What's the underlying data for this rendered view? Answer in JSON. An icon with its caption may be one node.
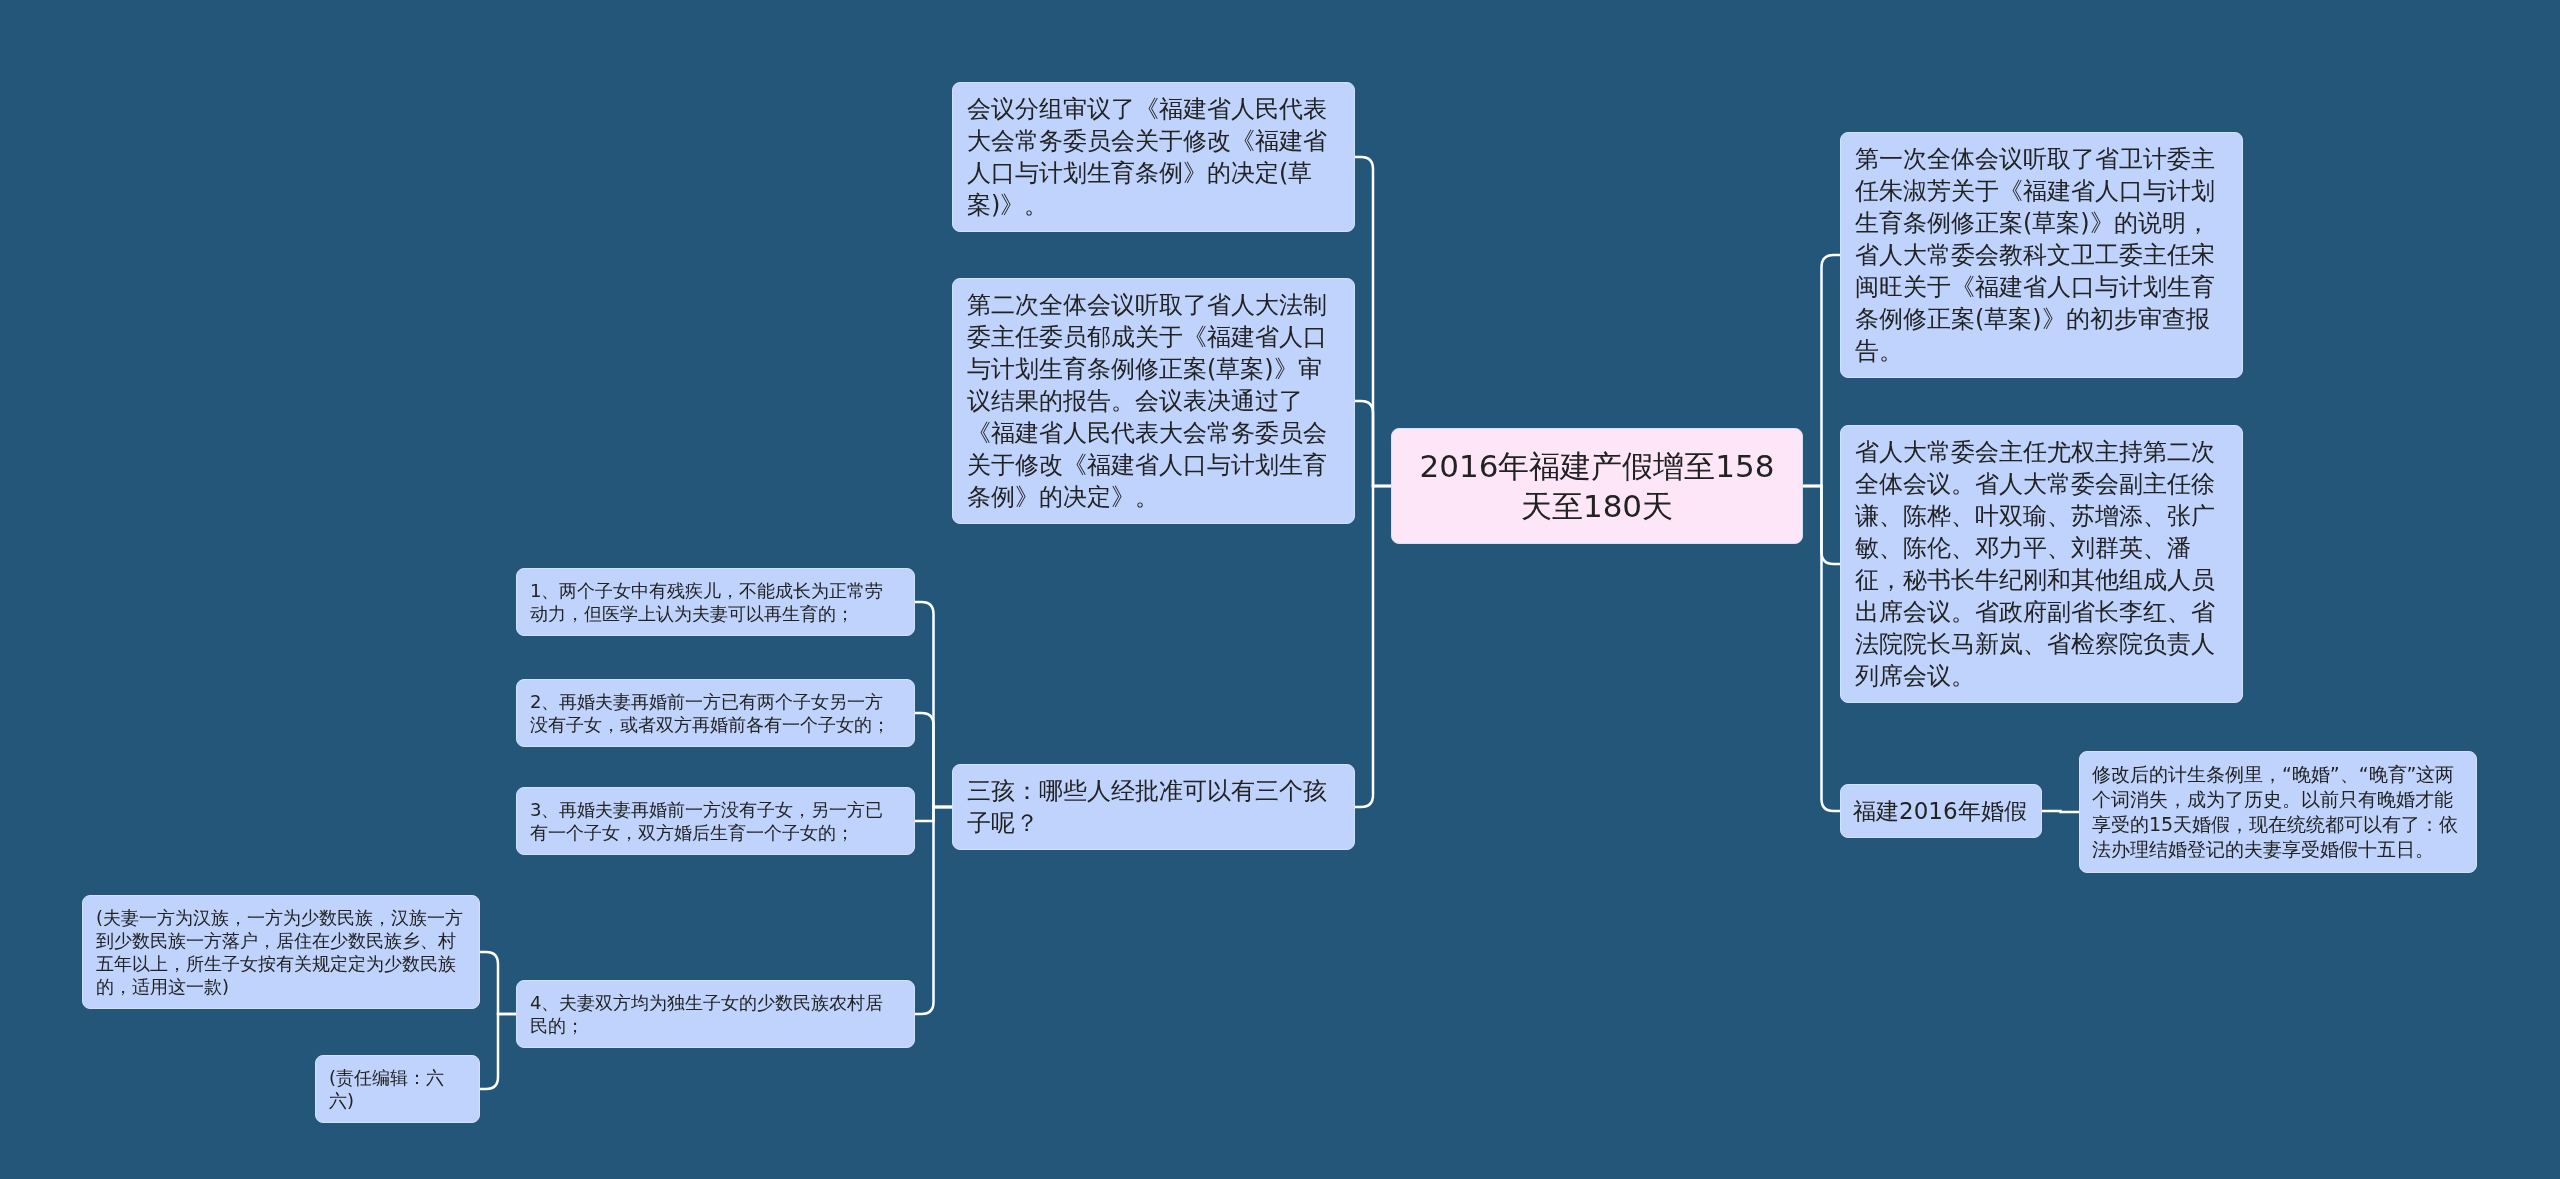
{
  "diagram": {
    "nodes": [
      {
        "text": [
          "2016年福建产假增至158天至180天"
        ]
      },
      {
        "text": [
          "会议分组审议了《福建省人民代表大会常务委员会关于修改《福建省人口与计划生育条例》的决定(草案)》。"
        ]
      },
      {
        "text": [
          "第二次全体会议听取了省人大法制委主任委员郁成关于《福建省人口与计划生育条例修正案(草案)》审议结果的报告。会议表决通过了《福建省人民代表大会常务委员会关于修改《福建省人口与计划生育条例》的决定》。"
        ]
      },
      {
        "text": [
          "三孩：哪些人经批准可以有三个孩子呢？"
        ]
      },
      {
        "text": [
          "1、两个子女中有残疾儿，不能成长为正常劳动力，但医学上认为夫妻可以再生育的；"
        ]
      },
      {
        "text": [
          "2、再婚夫妻再婚前一方已有两个子女另一方没有子女，或者双方再婚前各有一个子女的；"
        ]
      },
      {
        "text": [
          "3、再婚夫妻再婚前一方没有子女，另一方已有一个子女，双方婚后生育一个子女的；"
        ]
      },
      {
        "text": [
          "4、夫妻双方均为独生子女的少数民族农村居民的；"
        ]
      },
      {
        "text": [
          "(夫妻一方为汉族，一方为少数民族，汉族一方到少数民族一方落户，居住在少数民族乡、村五年以上，所生子女按有关规定定为少数民族的，适用这一款)"
        ]
      },
      {
        "text": [
          "(责任编辑：六六)"
        ]
      },
      {
        "text": [
          "第一次全体会议听取了省卫计委主任朱淑芳关于《福建省人口与计划生育条例修正案(草案)》的说明，省人大常委会教科文卫工委主任宋闽旺关于《福建省人口与计划生育条例修正案(草案)》的初步审查报告。"
        ]
      },
      {
        "text": [
          "省人大常委会主任尤权主持第二次全体会议。省人大常委会副主任徐谦、陈桦、叶双瑜、苏增添、张广敏、陈伦、邓力平、刘群英、潘征，秘书长牛纪刚和其他组成人员出席会议。省政府副省长李红、省法院院长马新岚、省检察院负责人列席会议。"
        ]
      },
      {
        "text": [
          "福建2016年婚假"
        ]
      },
      {
        "text": [
          "修改后的计生条例里，“晚婚”、“晚育”这两个词消失，成为了历史。以前只有晚婚才能享受的15天婚假，现在统统都可以有了：依法办理结婚登记的夫妻享受婚假十五日。"
        ]
      }
    ],
    "edges": [
      {
        "from": 0,
        "to": 1,
        "arrow": "none"
      },
      {
        "from": 0,
        "to": 2,
        "arrow": "none"
      },
      {
        "from": 0,
        "to": 3,
        "arrow": "none"
      },
      {
        "from": 3,
        "to": 4,
        "arrow": "none"
      },
      {
        "from": 3,
        "to": 5,
        "arrow": "none"
      },
      {
        "from": 3,
        "to": 6,
        "arrow": "none"
      },
      {
        "from": 3,
        "to": 7,
        "arrow": "none"
      },
      {
        "from": 7,
        "to": 8,
        "arrow": "none"
      },
      {
        "from": 7,
        "to": 9,
        "arrow": "none"
      },
      {
        "from": 0,
        "to": 10,
        "arrow": "none"
      },
      {
        "from": 0,
        "to": 11,
        "arrow": "none"
      },
      {
        "from": 0,
        "to": 12,
        "arrow": "none"
      },
      {
        "from": 12,
        "to": 13,
        "arrow": "none"
      }
    ]
  }
}
